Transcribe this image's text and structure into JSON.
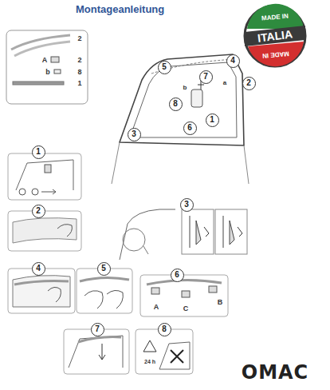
{
  "diagram": {
    "title": "Montageanleitung",
    "nodes": [
      {
        "text": [
          "5"
        ]
      },
      {
        "text": [
          "4"
        ]
      },
      {
        "text": [
          "7"
        ]
      },
      {
        "text": [
          "2"
        ]
      },
      {
        "text": [
          "3"
        ]
      },
      {
        "text": [
          "8"
        ]
      },
      {
        "text": [
          "6"
        ]
      },
      {
        "text": [
          "1"
        ]
      },
      {
        "text": [
          "1"
        ]
      },
      {
        "text": [
          "2"
        ]
      },
      {
        "text": [
          "3"
        ]
      },
      {
        "text": [
          "4"
        ]
      },
      {
        "text": [
          "5"
        ]
      },
      {
        "text": [
          "6"
        ]
      },
      {
        "text": [
          "7"
        ]
      },
      {
        "text": [
          "8"
        ]
      }
    ],
    "labels": [
      "2",
      "A",
      "2",
      "b",
      "8",
      "1",
      "b",
      "a",
      "A",
      "C",
      "B",
      "24 h",
      "MADE IN",
      "ITALIA",
      "MADE IN",
      "OMAC"
    ]
  }
}
